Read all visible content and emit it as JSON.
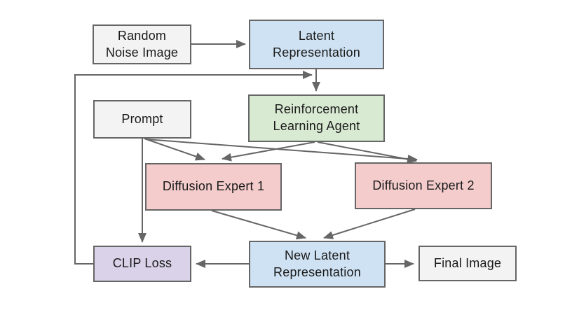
{
  "diagram": {
    "nodes": {
      "random_noise": {
        "lines": [
          "Random",
          "Noise Image"
        ],
        "fill": "#f3f3f3"
      },
      "latent": {
        "lines": [
          "Latent",
          "Representation"
        ],
        "fill": "#cfe2f3"
      },
      "prompt": {
        "lines": [
          "Prompt"
        ],
        "fill": "#f3f3f3"
      },
      "rl_agent": {
        "lines": [
          "Reinforcement",
          "Learning Agent"
        ],
        "fill": "#d9ead3"
      },
      "expert1": {
        "lines": [
          "Diffusion Expert 1"
        ],
        "fill": "#f4cccc"
      },
      "expert2": {
        "lines": [
          "Diffusion Expert 2"
        ],
        "fill": "#f4cccc"
      },
      "clip_loss": {
        "lines": [
          "CLIP Loss"
        ],
        "fill": "#d9d2e9"
      },
      "new_latent": {
        "lines": [
          "New Latent",
          "Representation"
        ],
        "fill": "#cfe2f3"
      },
      "final_image": {
        "lines": [
          "Final Image"
        ],
        "fill": "#f3f3f3"
      }
    },
    "edges": [
      {
        "from": "random_noise",
        "to": "latent"
      },
      {
        "from": "latent",
        "to": "rl_agent"
      },
      {
        "from": "clip_loss",
        "to": "latent"
      },
      {
        "from": "prompt",
        "to": "clip_loss"
      },
      {
        "from": "prompt",
        "to": "expert1"
      },
      {
        "from": "prompt",
        "to": "expert2"
      },
      {
        "from": "rl_agent",
        "to": "expert1"
      },
      {
        "from": "rl_agent",
        "to": "expert2"
      },
      {
        "from": "expert1",
        "to": "new_latent"
      },
      {
        "from": "expert2",
        "to": "new_latent"
      },
      {
        "from": "new_latent",
        "to": "clip_loss"
      },
      {
        "from": "new_latent",
        "to": "final_image"
      }
    ],
    "colors": {
      "background": "#ffffff",
      "border": "#666666",
      "arrow": "#666666",
      "text": "#1a1a1a",
      "box_gray": "#f3f3f3",
      "box_blue": "#cfe2f3",
      "box_green": "#d9ead3",
      "box_pink": "#f4cccc",
      "box_purple": "#d9d2e9"
    }
  }
}
